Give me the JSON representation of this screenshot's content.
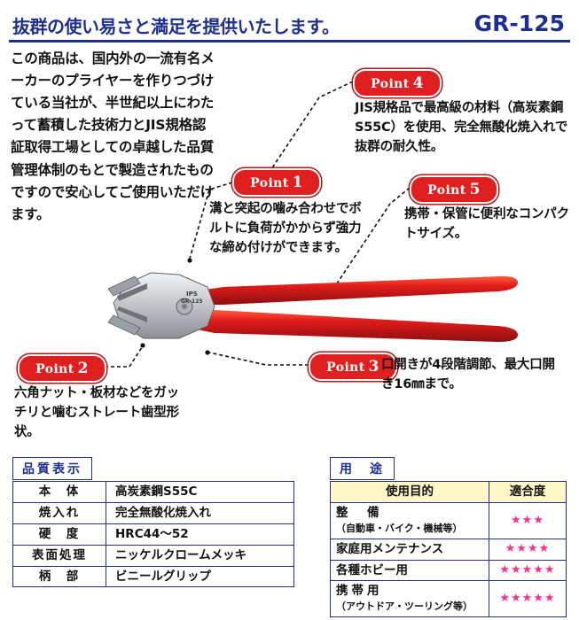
{
  "header": {
    "title": "抜群の使い易さと満足を提供いたします。",
    "model": "GR-125",
    "accent_color": "#1d2f8f"
  },
  "intro": {
    "text": "この商品は、国内外の一流有名メーカーのプライヤーを作りつづけている当社が、半世紀以上にわたって蓄積した技術力とJIS規格認証取得工場としての卓越した品質管理体制のもとで製造されたものですので安心してご使用いただけます。"
  },
  "points": [
    {
      "label": "Point",
      "number": "1",
      "text": "溝と突起の噛み合わせでボルトに負荷がかからず強力な締め付けができます。"
    },
    {
      "label": "Point",
      "number": "2",
      "text": "六角ナット・板材などをガッチリと噛むストレート歯型形状。"
    },
    {
      "label": "Point",
      "number": "3",
      "text": "口開きが4段階調節、最大口開き16㎜まで。"
    },
    {
      "label": "Point",
      "number": "4",
      "text": "JIS規格品で最高級の材料（高炭素鋼S55C）を使用、完全無酸化焼入れで抜群の耐久性。"
    },
    {
      "label": "Point",
      "number": "5",
      "text": "携帯・保管に便利なコンパクトサイズ。"
    }
  ],
  "product": {
    "brand": "IPS",
    "model_on_tool": "GR-125",
    "handle_color": "#e01b1b",
    "body_color": "#b9bcc0"
  },
  "quality_table": {
    "title": "品質表示",
    "rows": [
      {
        "key": "本　体",
        "value": "高炭素鋼S55C"
      },
      {
        "key": "焼入れ",
        "value": "完全無酸化焼入れ"
      },
      {
        "key": "硬　度",
        "value": "HRC44〜52"
      },
      {
        "key": "表面処理",
        "value": "ニッケルクロームメッキ"
      },
      {
        "key": "柄　部",
        "value": "ビニールグリップ"
      }
    ]
  },
  "usage_table": {
    "title": "用　途",
    "headers": [
      "使用目的",
      "適合度"
    ],
    "header_bg": "#fff8c6",
    "star_color": "#ff2f92",
    "rows": [
      {
        "main": "整　備",
        "sub": "（自動車・バイク・機械等）",
        "stars": "★★★"
      },
      {
        "main": "家庭用メンテナンス",
        "sub": "",
        "stars": "★★★★"
      },
      {
        "main": "各種ホビー用",
        "sub": "",
        "stars": "★★★★★"
      },
      {
        "main": "携帯用",
        "sub": "（アウトドア・ツーリング等）",
        "stars": "★★★★★"
      }
    ]
  }
}
